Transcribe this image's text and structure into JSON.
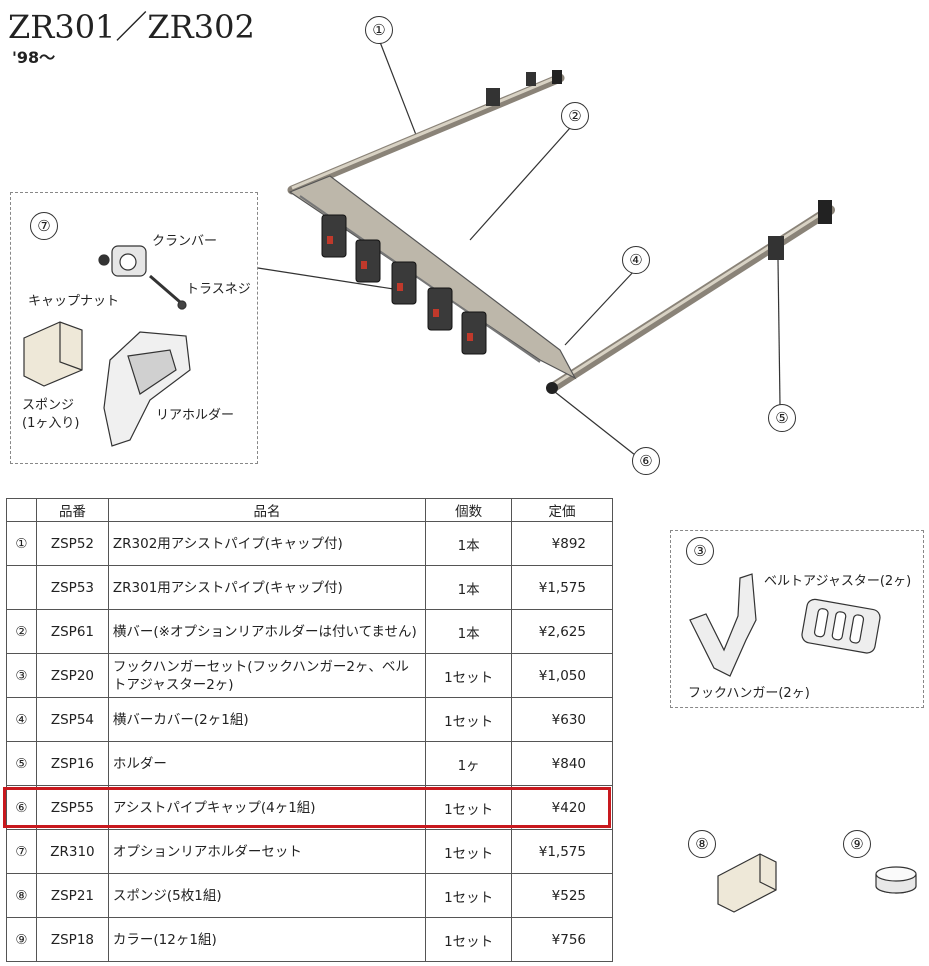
{
  "header": {
    "model": "ZR301／ZR302",
    "years": "'98〜"
  },
  "callouts": {
    "c1": "①",
    "c2": "②",
    "c3": "③",
    "c4": "④",
    "c5": "⑤",
    "c6": "⑥",
    "c7": "⑦",
    "c8": "⑧",
    "c9": "⑨"
  },
  "detail7": {
    "clamp_bar": "クランバー",
    "cap_nut": "キャップナット",
    "truss_screw": "トラスネジ",
    "sponge": "スポンジ",
    "sponge_qty": "(1ヶ入り)",
    "rear_holder": "リアホルダー"
  },
  "detail3": {
    "belt_adjuster": "ベルトアジャスター(2ヶ)",
    "hook_hanger": "フックハンガー(2ヶ)"
  },
  "table": {
    "headers": [
      "",
      "品番",
      "品名",
      "個数",
      "定価"
    ],
    "rows": [
      {
        "no": "①",
        "code": "ZSP52",
        "name": "ZR302用アシストパイプ(キャップ付)",
        "qty": "1本",
        "price": "¥892"
      },
      {
        "no": "",
        "code": "ZSP53",
        "name": "ZR301用アシストパイプ(キャップ付)",
        "qty": "1本",
        "price": "¥1,575"
      },
      {
        "no": "②",
        "code": "ZSP61",
        "name": "横バー(※オプションリアホルダーは付いてません)",
        "qty": "1本",
        "price": "¥2,625"
      },
      {
        "no": "③",
        "code": "ZSP20",
        "name": "フックハンガーセット(フックハンガー2ヶ、ベルトアジャスター2ヶ)",
        "qty": "1セット",
        "price": "¥1,050"
      },
      {
        "no": "④",
        "code": "ZSP54",
        "name": "横バーカバー(2ヶ1組)",
        "qty": "1セット",
        "price": "¥630"
      },
      {
        "no": "⑤",
        "code": "ZSP16",
        "name": "ホルダー",
        "qty": "1ヶ",
        "price": "¥840"
      },
      {
        "no": "⑥",
        "code": "ZSP55",
        "name": "アシストパイプキャップ(4ヶ1組)",
        "qty": "1セット",
        "price": "¥420"
      },
      {
        "no": "⑦",
        "code": "ZR310",
        "name": "オプションリアホルダーセット",
        "qty": "1セット",
        "price": "¥1,575"
      },
      {
        "no": "⑧",
        "code": "ZSP21",
        "name": "スポンジ(5枚1組)",
        "qty": "1セット",
        "price": "¥525"
      },
      {
        "no": "⑨",
        "code": "ZSP18",
        "name": "カラー(12ヶ1組)",
        "qty": "1セット",
        "price": "¥756"
      }
    ],
    "highlight_color": "#c8191e"
  }
}
